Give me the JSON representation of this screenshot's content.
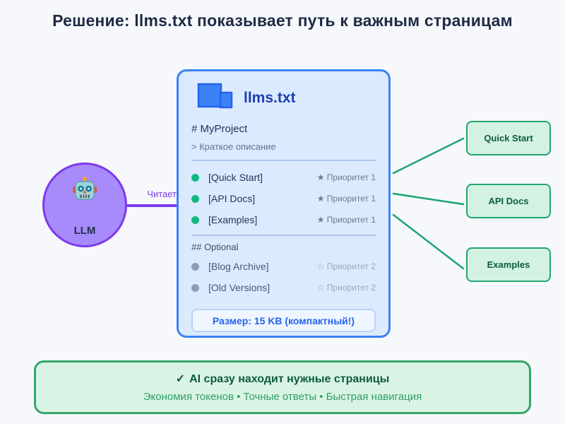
{
  "title": "Решение: llms.txt показывает путь к важным страницам",
  "llm_node": {
    "label": "LLM",
    "icon": "robot-icon"
  },
  "connector": {
    "label": "Читает"
  },
  "card": {
    "file_name": "llms.txt",
    "project_heading": "# MyProject",
    "description": "> Краткое описание",
    "priority_items": [
      {
        "label": "[Quick Start]",
        "priority": "★ Приоритет 1"
      },
      {
        "label": "[API Docs]",
        "priority": "★ Приоритет 1"
      },
      {
        "label": "[Examples]",
        "priority": "★ Приоритет 1"
      }
    ],
    "optional_heading": "## Optional",
    "optional_items": [
      {
        "label": "[Blog Archive]",
        "priority": "☆ Приоритет 2"
      },
      {
        "label": "[Old Versions]",
        "priority": "☆ Приоритет 2"
      }
    ],
    "size_badge": "Размер: 15 KB (компактный!)"
  },
  "pages": [
    {
      "label": "Quick Start"
    },
    {
      "label": "API Docs"
    },
    {
      "label": "Examples"
    }
  ],
  "banner": {
    "check_icon": "✓",
    "heading": "AI сразу находит нужные страницы",
    "subtext": "Экономия токенов • Точные ответы • Быстрая навигация"
  },
  "colors": {
    "background": "#f6f8fb",
    "card_fill": "#dbeafe",
    "card_border": "#3b82f6",
    "purple_accent": "#7c3aed",
    "purple_fill": "#a78bfa",
    "green_accent": "#10b981",
    "green_fill": "#d1fae5",
    "dark_text": "#1f2a44",
    "blue_text": "#1e40af"
  }
}
